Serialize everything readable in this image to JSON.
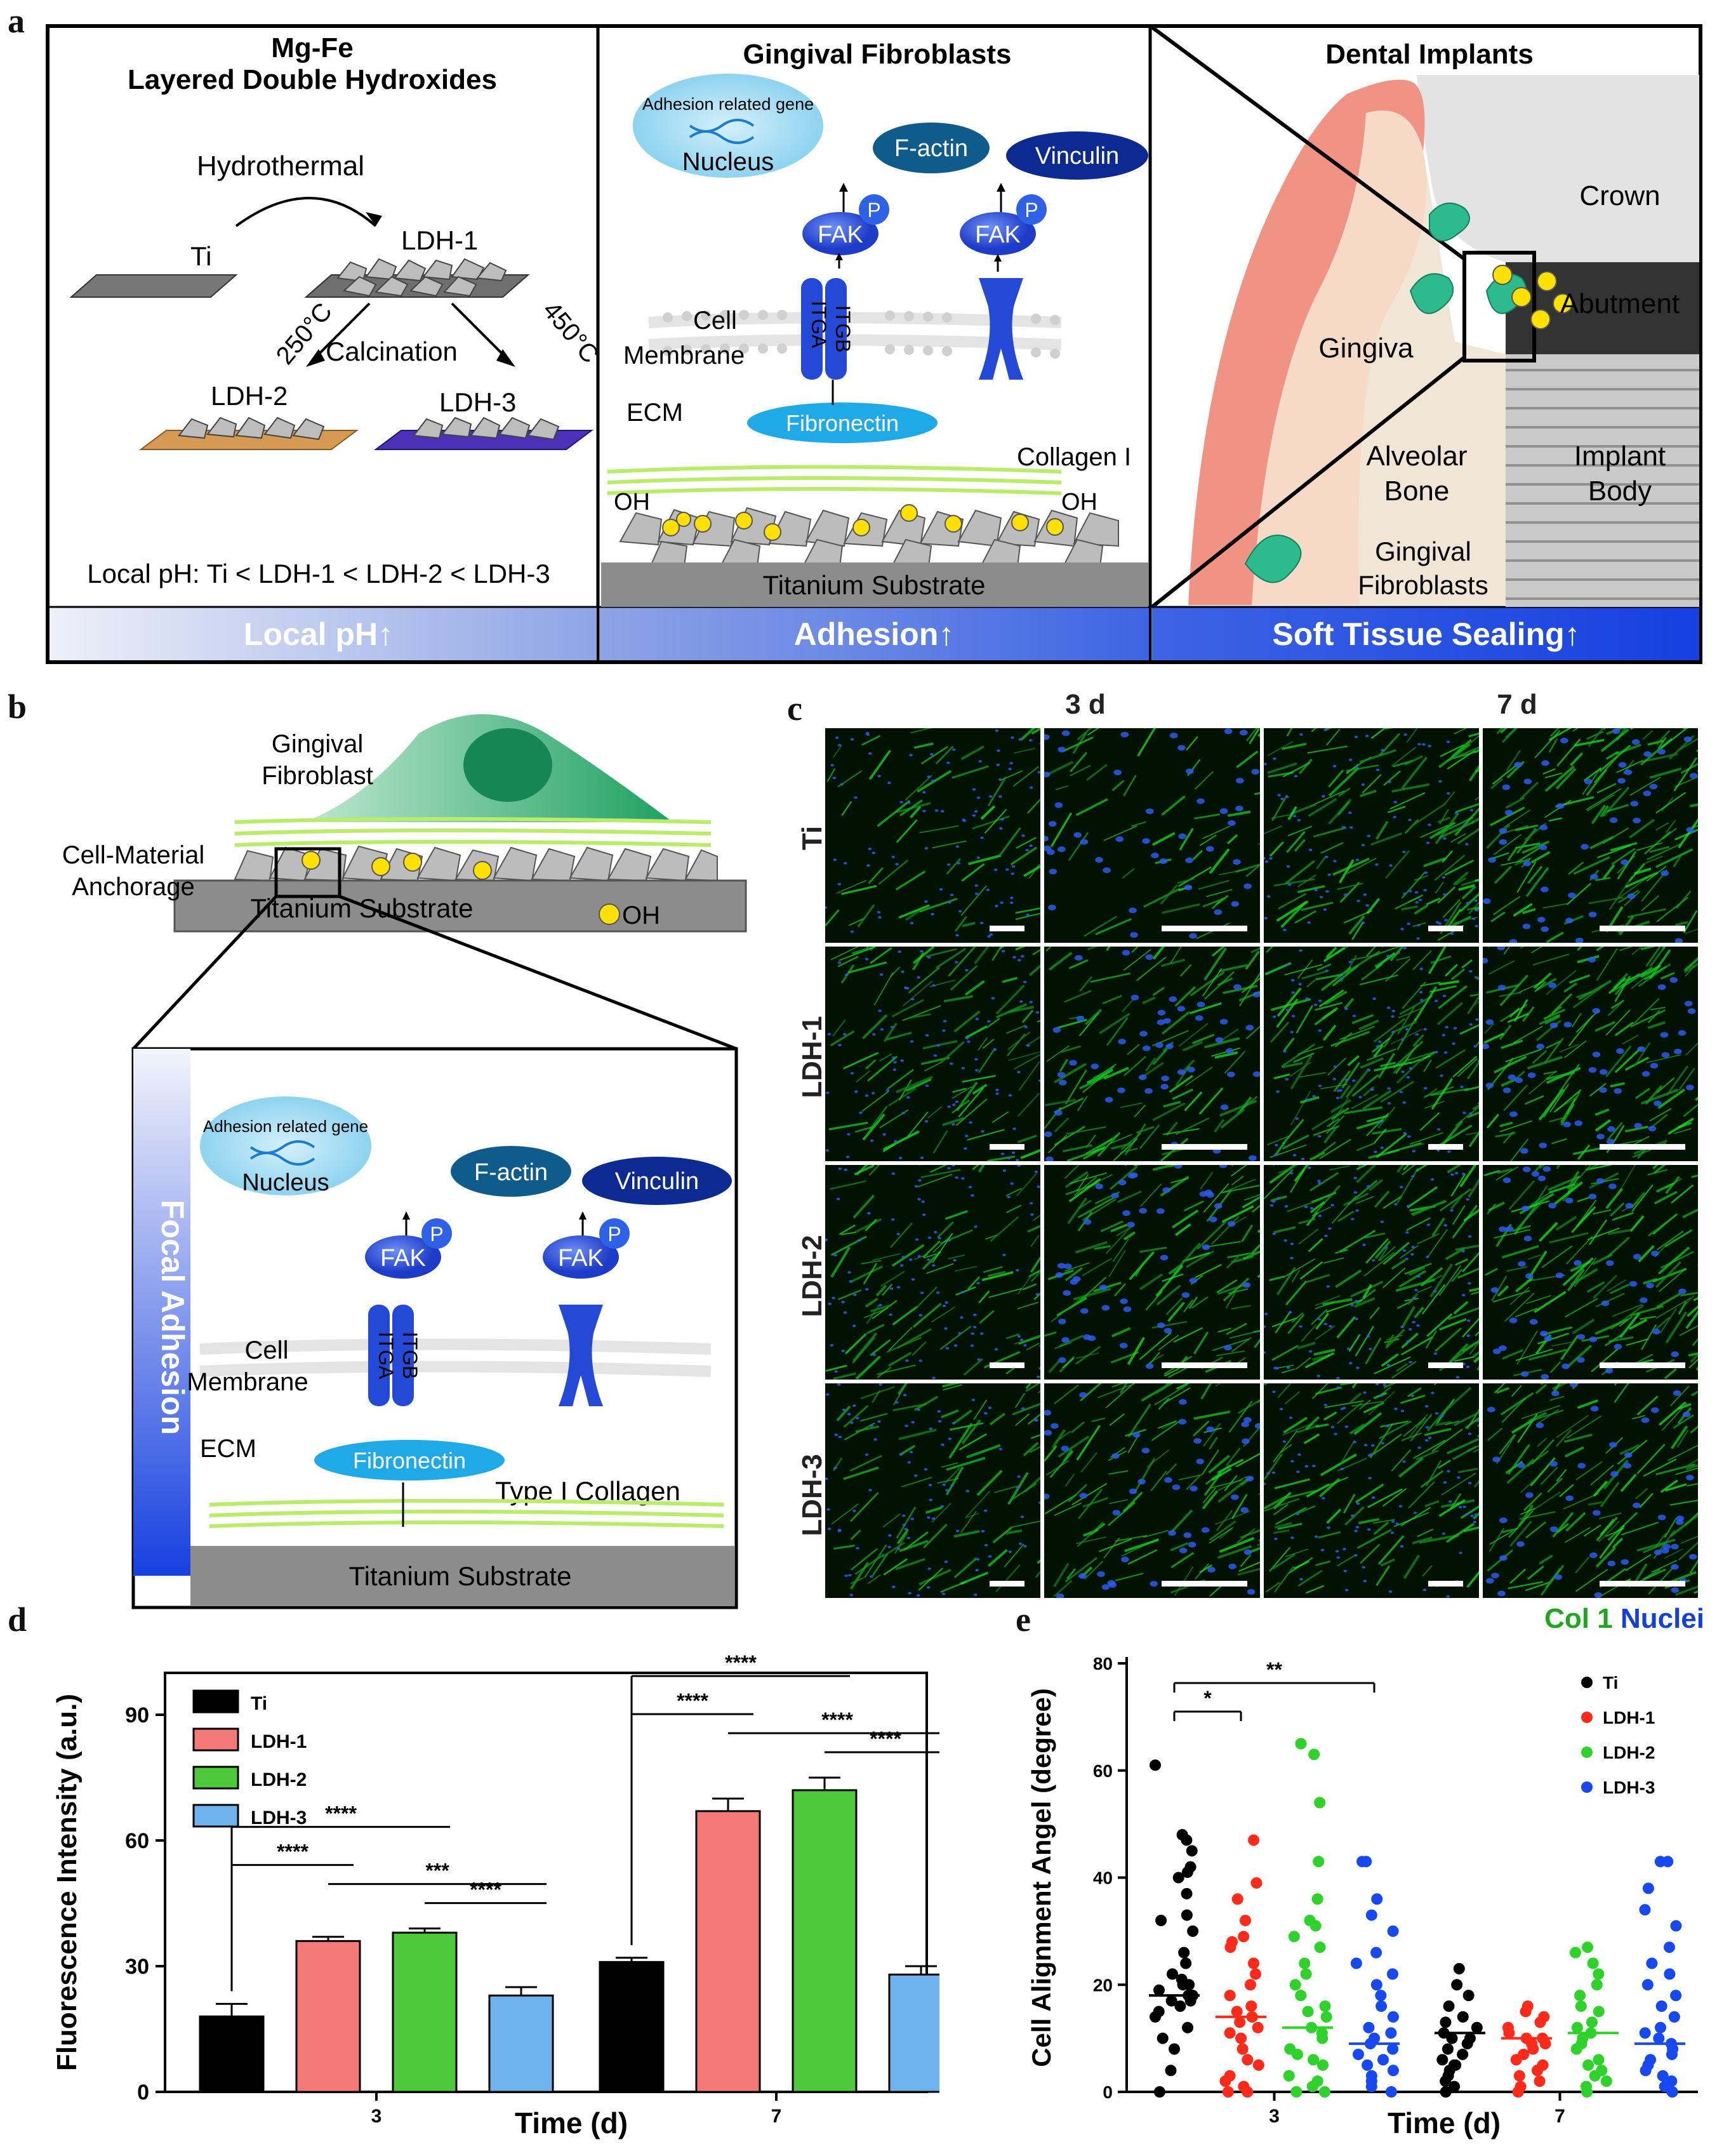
{
  "labels": {
    "a": "a",
    "b": "b",
    "c": "c",
    "d": "d",
    "e": "e"
  },
  "panel_a": {
    "col1": {
      "title_line1": "Mg-Fe",
      "title_line2": "Layered Double Hydroxides",
      "hydrothermal": "Hydrothermal",
      "ti": "Ti",
      "ldh1": "LDH-1",
      "t250": "250°C",
      "t450": "450°C",
      "calcination": "Calcination",
      "ldh2": "LDH-2",
      "ldh3": "LDH-3",
      "local_ph_text": "Local pH: Ti < LDH-1 < LDH-2 < LDH-3",
      "footer": "Local pH↑"
    },
    "col2": {
      "title": "Gingival Fibroblasts",
      "gene": "Adhesion related gene",
      "nucleus": "Nucleus",
      "factin": "F-actin",
      "vinculin": "Vinculin",
      "fak": "FAK",
      "p": "P",
      "cell": "Cell",
      "membrane": "Membrane",
      "itga": "ITGA",
      "itgb": "ITGB",
      "ecm": "ECM",
      "fibronectin": "Fibronectin",
      "collagen": "Collagen I",
      "oh": "OH",
      "substrate": "Titanium Substrate",
      "footer": "Adhesion↑"
    },
    "col3": {
      "title": "Dental Implants",
      "crown": "Crown",
      "abutment": "Abutment",
      "gingiva": "Gingiva",
      "alveolar1": "Alveolar",
      "alveolar2": "Bone",
      "implant1": "Implant",
      "implant2": "Body",
      "gf1": "Gingival",
      "gf2": "Fibroblasts",
      "footer": "Soft Tissue Sealing↑"
    }
  },
  "panel_b": {
    "gf1": "Gingival",
    "gf2": "Fibroblast",
    "cma1": "Cell-Material",
    "cma2": "Anchorage",
    "substrate": "Titanium Substrate",
    "oh": "OH",
    "focal": "Focal Adhesion",
    "gene": "Adhesion related gene",
    "nucleus": "Nucleus",
    "factin": "F-actin",
    "vinculin": "Vinculin",
    "fak": "FAK",
    "p": "P",
    "itga": "ITGA",
    "itgb": "ITGB",
    "cell": "Cell",
    "membrane": "Membrane",
    "ecm": "ECM",
    "fibronectin": "Fibronectin",
    "collagen": "Type I Collagen",
    "substrate2": "Titanium Substrate"
  },
  "panel_c": {
    "col_heads": [
      "3 d",
      "7 d"
    ],
    "row_heads": [
      "Ti",
      "LDH-1",
      "LDH-2",
      "LDH-3"
    ],
    "legend_col1": "Col 1",
    "legend_nuclei": "Nuclei",
    "color_col1": "#1fa81f",
    "color_nuclei": "#1540d8"
  },
  "chart_data": [
    {
      "type": "bar",
      "ylabel": "Fluorescence Intensity (a.u.)",
      "xlabel": "Time (d)",
      "categories": [
        "3",
        "7"
      ],
      "ylim": [
        0,
        100
      ],
      "yticks": [
        0,
        30,
        60,
        90
      ],
      "series": [
        {
          "name": "Ti",
          "color": "#000000",
          "values": [
            18,
            31
          ],
          "err": [
            3,
            1
          ]
        },
        {
          "name": "LDH-1",
          "color": "#f47a7a",
          "values": [
            36,
            67
          ],
          "err": [
            1,
            3
          ]
        },
        {
          "name": "LDH-2",
          "color": "#4cc83a",
          "values": [
            38,
            72
          ],
          "err": [
            1,
            3
          ]
        },
        {
          "name": "LDH-3",
          "color": "#6fb3ee",
          "values": [
            23,
            28
          ],
          "err": [
            2,
            2
          ]
        }
      ],
      "sig": [
        {
          "cat": 0,
          "from": 0,
          "to": 2,
          "label": "****",
          "level": 2
        },
        {
          "cat": 0,
          "from": 0,
          "to": 1,
          "label": "****",
          "level": 1
        },
        {
          "cat": 0,
          "from": 1,
          "to": 3,
          "label": "***",
          "level": 0.5
        },
        {
          "cat": 0,
          "from": 2,
          "to": 3,
          "label": "****",
          "level": 0
        },
        {
          "cat": 1,
          "from": 0,
          "to": 2,
          "label": "****",
          "level": 2
        },
        {
          "cat": 1,
          "from": 0,
          "to": 1,
          "label": "****",
          "level": 1
        },
        {
          "cat": 1,
          "from": 1,
          "to": 3,
          "label": "****",
          "level": 0.5
        },
        {
          "cat": 1,
          "from": 2,
          "to": 3,
          "label": "****",
          "level": 0
        }
      ]
    },
    {
      "type": "scatter",
      "ylabel": "Cell Alignment Angel (degree)",
      "xlabel": "Time (d)",
      "categories": [
        "3",
        "7"
      ],
      "ylim": [
        0,
        80
      ],
      "yticks": [
        0,
        20,
        40,
        60,
        80
      ],
      "series": [
        {
          "name": "Ti",
          "color": "#000000",
          "median": [
            18,
            11
          ],
          "values": [
            [
              61,
              48,
              47,
              45,
              42,
              41,
              40,
              37,
              33,
              32,
              30,
              26,
              24,
              22,
              21,
              20,
              20,
              19,
              18,
              18,
              17,
              17,
              16,
              15,
              14,
              12,
              10,
              8,
              4,
              0
            ],
            [
              23,
              20,
              18,
              16,
              14,
              13,
              12,
              11,
              10,
              10,
              9,
              8,
              7,
              6,
              5,
              5,
              4,
              3,
              2,
              1,
              0
            ]
          ]
        },
        {
          "name": "LDH-1",
          "color": "#ff2a1a",
          "median": [
            14,
            10
          ],
          "values": [
            [
              47,
              39,
              36,
              32,
              29,
              28,
              27,
              24,
              22,
              20,
              18,
              16,
              15,
              14,
              13,
              12,
              11,
              10,
              8,
              6,
              5,
              3,
              2,
              1,
              0,
              0
            ],
            [
              16,
              15,
              14,
              13,
              12,
              11,
              10,
              10,
              9,
              9,
              8,
              7,
              6,
              5,
              4,
              3,
              2,
              1,
              0
            ]
          ]
        },
        {
          "name": "LDH-2",
          "color": "#2ed22a",
          "median": [
            12,
            11
          ],
          "values": [
            [
              65,
              63,
              54,
              43,
              36,
              32,
              31,
              29,
              27,
              24,
              22,
              20,
              18,
              16,
              15,
              14,
              12,
              11,
              10,
              8,
              7,
              6,
              5,
              3,
              2,
              1,
              0,
              0
            ],
            [
              27,
              26,
              24,
              22,
              20,
              18,
              16,
              15,
              13,
              12,
              11,
              10,
              9,
              8,
              6,
              5,
              4,
              3,
              2,
              1,
              0
            ]
          ]
        },
        {
          "name": "LDH-3",
          "color": "#1848f0",
          "median": [
            9,
            9
          ],
          "values": [
            [
              43,
              43,
              36,
              33,
              30,
              26,
              24,
              22,
              20,
              18,
              16,
              14,
              12,
              11,
              10,
              9,
              8,
              7,
              6,
              5,
              4,
              3,
              2,
              1,
              0
            ],
            [
              43,
              43,
              38,
              34,
              31,
              27,
              24,
              22,
              20,
              18,
              16,
              14,
              12,
              11,
              10,
              9,
              8,
              7,
              6,
              5,
              4,
              3,
              2,
              1,
              0
            ]
          ]
        }
      ],
      "sig": [
        {
          "from": 0,
          "to": 1,
          "label": "*",
          "level": 0
        },
        {
          "from": 0,
          "to": 3,
          "label": "**",
          "level": 1
        }
      ]
    }
  ]
}
